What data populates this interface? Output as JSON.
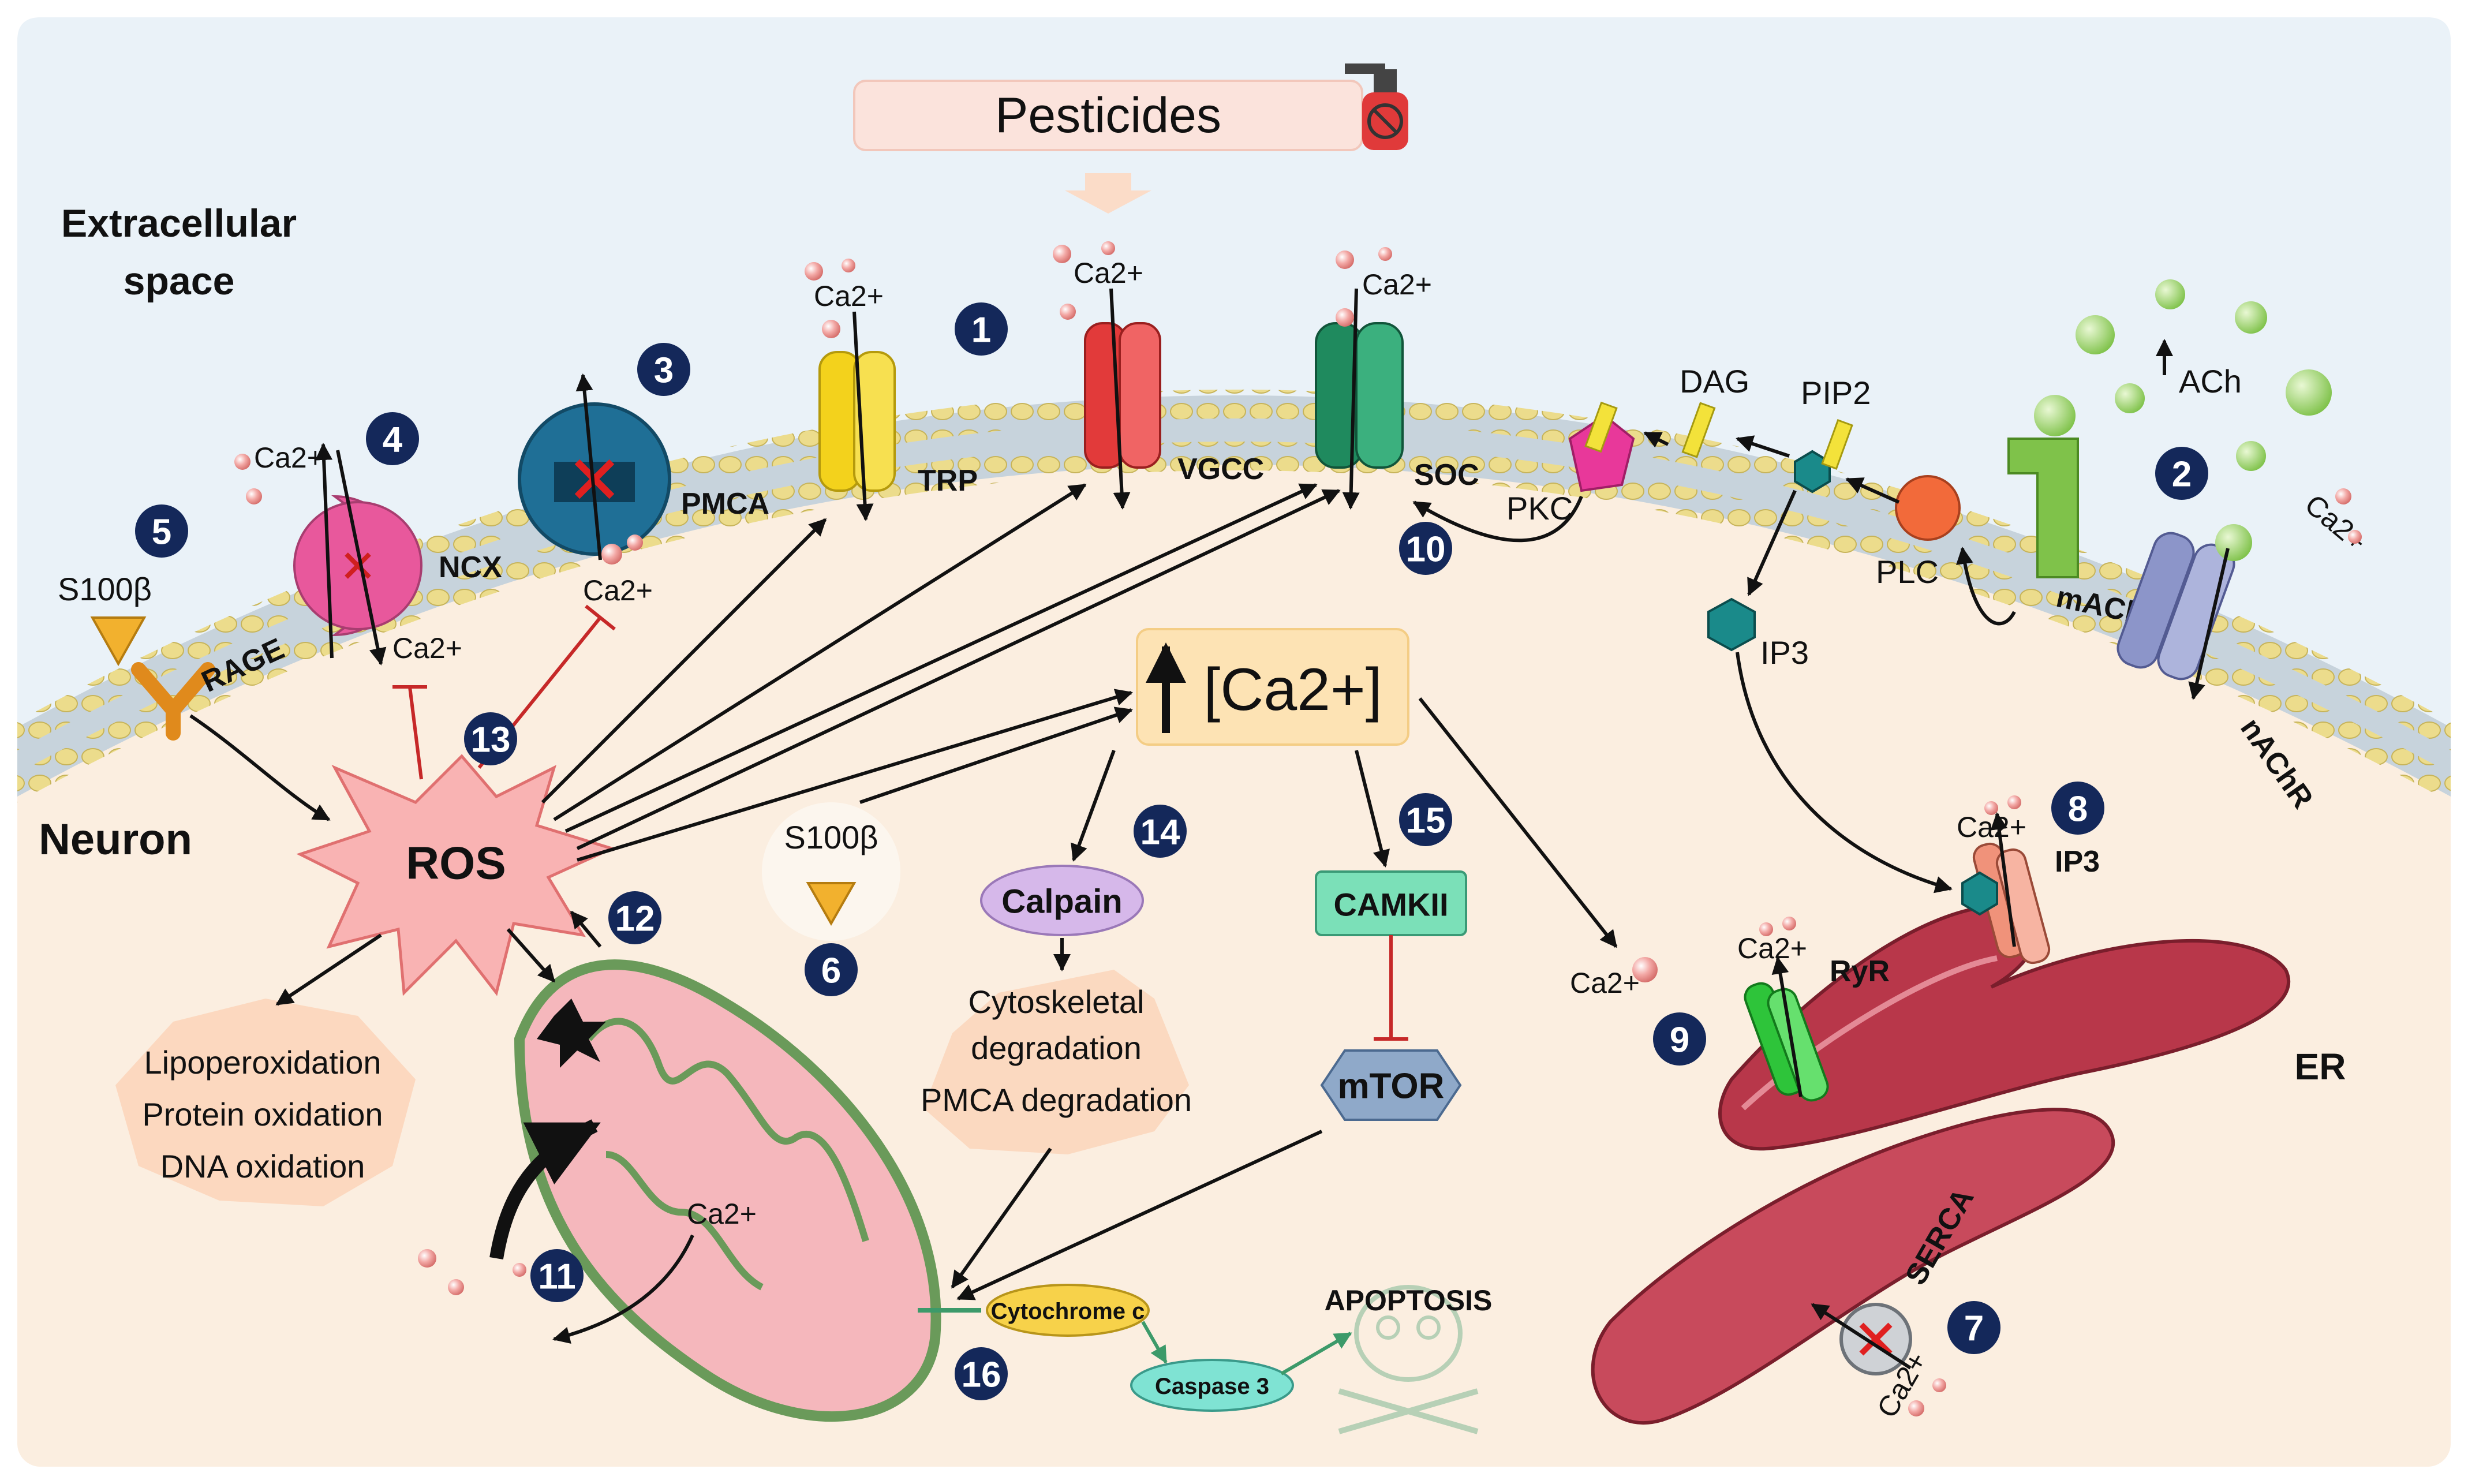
{
  "header": {
    "pesticides": "Pesticides"
  },
  "regions": {
    "extracellular_line1": "Extracellular",
    "extracellular_line2": "space",
    "neuron": "Neuron",
    "er": "ER"
  },
  "ions": {
    "ca": "Ca2+"
  },
  "membrane_labels": {
    "s100b": "S100β",
    "rage": "RAGE",
    "ncx": "NCX",
    "pmca": "PMCA",
    "trp": "TRP",
    "vgcc": "VGCC",
    "soc": "SOC",
    "dag": "DAG",
    "pip2": "PIP2",
    "pkc": "PKC",
    "plc": "PLC",
    "ach": "ACh",
    "machr": "mAChR",
    "nachr": "nAChR",
    "ip3": "IP3"
  },
  "center": {
    "ca_level": "[Ca2+]",
    "ros": "ROS",
    "s100b_intra": "S100β",
    "calpain": "Calpain",
    "calpain_effects": [
      "Cytoskeletal",
      "degradation",
      "PMCA degradation"
    ],
    "ros_effects": [
      "Lipoperoxidation",
      "Protein oxidation",
      "DNA oxidation"
    ],
    "camkii": "CAMKII",
    "mtor": "mTOR",
    "cytochrome_c": "Cytochrome c",
    "caspase3": "Caspase 3",
    "apoptosis": "APOPTOSIS"
  },
  "er_labels": {
    "ryr": "RyR",
    "ip3r": "IP3",
    "serca": "SERCA"
  },
  "steps": [
    "1",
    "2",
    "3",
    "4",
    "5",
    "6",
    "7",
    "8",
    "9",
    "10",
    "11",
    "12",
    "13",
    "14",
    "15",
    "16"
  ],
  "colors": {
    "extracellular": "#eaf2f8",
    "cytoplasm": "#fbeee0",
    "membrane_head": "#ecdc8c",
    "ros": "#f9b3b3",
    "ca_box": "#fde3b4",
    "badge": "#14285a",
    "er": "#b8374a",
    "mito": "#f5b7bc",
    "mito_edge": "#6a9a5a",
    "trp": "#f3d21c",
    "vgcc": "#e23a3a",
    "soc": "#1f8a5e",
    "ncx": "#e8589c",
    "pmca": "#1f6f96",
    "machr": "#7fc24a",
    "nachr": "#8c95c9",
    "camkii": "#7be0b8",
    "mtor": "#8fa9c9",
    "calpain": "#d6b8ea",
    "cytochrome": "#f7d24a",
    "caspase": "#7fe3d3"
  }
}
